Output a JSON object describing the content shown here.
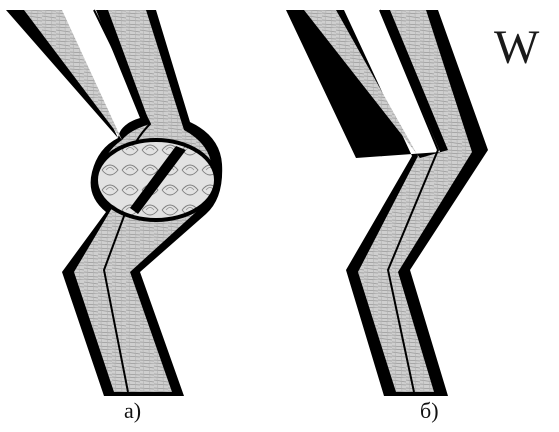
{
  "figure": {
    "panels": [
      {
        "id": "a",
        "caption": "а)"
      },
      {
        "id": "b",
        "caption": "б)"
      }
    ],
    "corner_mark": "W",
    "colors": {
      "background": "#ffffff",
      "outline": "#000000",
      "texture": "#c8c8c8",
      "texture_dark": "#8a8a8a"
    }
  }
}
